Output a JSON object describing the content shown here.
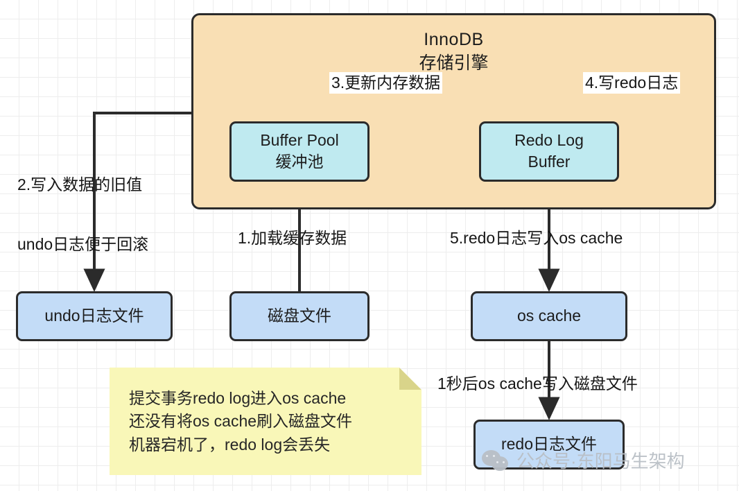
{
  "diagram": {
    "title": "InnoDB 存储引擎 事务日志流程图",
    "colors": {
      "engine_fill": "#f9dfb4",
      "memory_fill": "#bfeaf0",
      "file_fill": "#c3dcf7",
      "note_fill": "#f9f7b8",
      "stroke": "#2b2b2b",
      "grid": "#ededed"
    }
  },
  "engine": {
    "title": "InnoDB",
    "subtitle": "存储引擎"
  },
  "nodes": {
    "buffer_pool": {
      "line1": "Buffer Pool",
      "line2": "缓冲池"
    },
    "redo_log_buffer": {
      "line1": "Redo Log",
      "line2": "Buffer"
    },
    "undo_file": {
      "label": "undo日志文件"
    },
    "disk_file": {
      "label": "磁盘文件"
    },
    "os_cache": {
      "label": "os cache"
    },
    "redo_file": {
      "label": "redo日志文件"
    }
  },
  "edges": {
    "step1": "1.加载缓存数据",
    "step2_line1": "2.写入数据的旧值",
    "step2_line2": "undo日志便于回滚",
    "step3": "3.更新内存数据",
    "step4": "4.写redo日志",
    "step5": "5.redo日志写入os cache",
    "step6": "1秒后os cache写入磁盘文件"
  },
  "note": {
    "line1": "提交事务redo log进入os cache",
    "line2": "还没有将os cache刷入磁盘文件",
    "line3": "机器宕机了，redo log会丢失"
  },
  "watermark": {
    "text": "公众号·东阳马生架构"
  }
}
